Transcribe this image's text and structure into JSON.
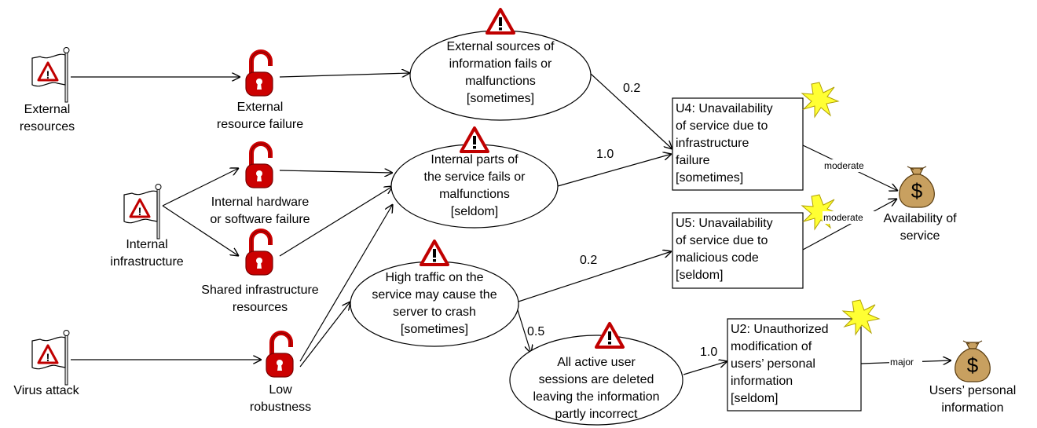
{
  "threats": [
    {
      "id": "t1",
      "label": "External\nresources"
    },
    {
      "id": "t2",
      "label": "Internal\ninfrastructure"
    },
    {
      "id": "t3",
      "label": "Virus attack"
    }
  ],
  "vulnerabilities": [
    {
      "id": "v1",
      "label": "External\nresource failure"
    },
    {
      "id": "v2",
      "label": "Internal hardware\nor software failure"
    },
    {
      "id": "v3",
      "label": "Shared infrastructure\nresources"
    },
    {
      "id": "v4",
      "label": "Low\nrobustness"
    }
  ],
  "threat_scenarios": [
    {
      "id": "s1",
      "text": "External sources of\ninformation fails or\nmalfunctions\n[sometimes]"
    },
    {
      "id": "s2",
      "text": "Internal parts of\nthe service fails or\nmalfunctions\n[seldom]"
    },
    {
      "id": "s3",
      "text": "High traffic on the\nservice may cause the\nserver to crash\n[sometimes]"
    },
    {
      "id": "s4",
      "text": "All active user\nsessions are deleted\nleaving the information\npartly incorrect"
    }
  ],
  "unwanted_incidents": [
    {
      "id": "u4",
      "text": "U4: Unavailability\nof service due to\ninfrastructure\nfailure\n[sometimes]"
    },
    {
      "id": "u5",
      "text": "U5: Unavailability\nof service due to\nmalicious code\n[seldom]"
    },
    {
      "id": "u2",
      "text": "U2: Unauthorized\nmodification of\nusers’ personal\ninformation\n[seldom]"
    }
  ],
  "assets": [
    {
      "id": "a1",
      "label": "Availability of\nservice"
    },
    {
      "id": "a2",
      "label": "Users’ personal\ninformation"
    }
  ],
  "edge_labels": {
    "s1_u4": "0.2",
    "s2_u4": "1.0",
    "s3_u5": "0.2",
    "s3_s4": "0.5",
    "s4_u2": "1.0",
    "u4_a1": "moderate",
    "u5_a1": "moderate",
    "u2_a2": "major"
  },
  "icons": {
    "threat": "warning-flag-icon",
    "vulnerability": "open-padlock-icon",
    "scenario": "warning-triangle-icon",
    "incident": "explosion-star-icon",
    "asset": "money-bag-icon"
  },
  "colors": {
    "warning_red": "#c00000",
    "padlock_red": "#cc0000",
    "star_yellow": "#ffff33",
    "moneybag": "#c8a060"
  }
}
